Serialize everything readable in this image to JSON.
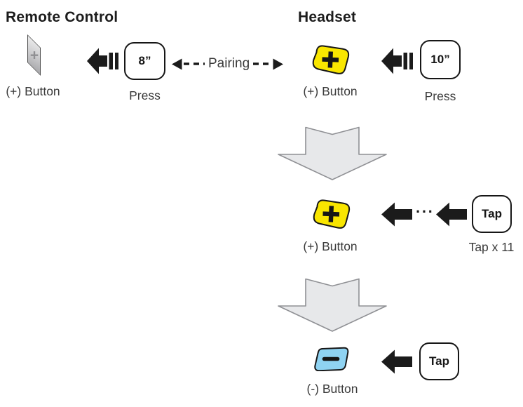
{
  "headings": {
    "left": "Remote Control",
    "right": "Headset"
  },
  "step1": {
    "remote_button": {
      "glyph": "+",
      "label": "(+) Button"
    },
    "remote_key": {
      "label": "8”",
      "caption": "Press"
    },
    "pairing_label": "Pairing",
    "headset_button": {
      "glyph": "+",
      "label": "(+) Button"
    },
    "headset_key": {
      "label": "10”",
      "caption": "Press"
    }
  },
  "step2": {
    "headset_button": {
      "glyph": "+",
      "label": "(+) Button"
    },
    "ellipsis": "···",
    "tap_key": {
      "label": "Tap",
      "caption": "Tap x 11"
    }
  },
  "step3": {
    "headset_button": {
      "glyph": "−",
      "label": "(-) Button"
    },
    "tap_key": {
      "label": "Tap"
    }
  },
  "colors": {
    "plus_button_yellow": "#F9E600",
    "minus_button_blue": "#8FD3F2",
    "flow_arrow_fill": "#E7E8EA",
    "flow_arrow_stroke": "#8F9094",
    "ink": "#1B1B1B",
    "label_text": "#3B3B3B"
  }
}
